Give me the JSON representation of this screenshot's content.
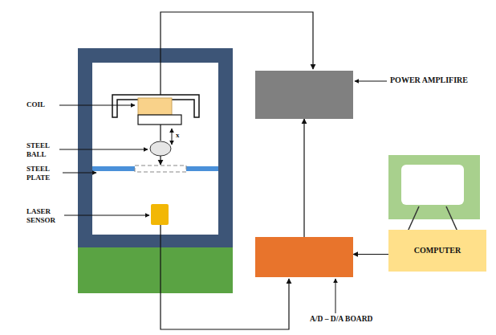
{
  "diagram": {
    "nodes": [
      {
        "text": [
          "POWER AMPLIFIRE"
        ]
      },
      {
        "text": [
          "COMPUTER"
        ]
      },
      {
        "text": [
          "A/D – D/A BOARD"
        ]
      }
    ],
    "edges": [
      {
        "from": 2,
        "to": 0,
        "arrow": "to"
      },
      {
        "from": 1,
        "to": 2,
        "arrow": "to"
      }
    ],
    "labels": [
      "COIL",
      "STEEL BALL",
      "STEEL PLATE",
      "LASER SENSOR",
      "x"
    ]
  }
}
